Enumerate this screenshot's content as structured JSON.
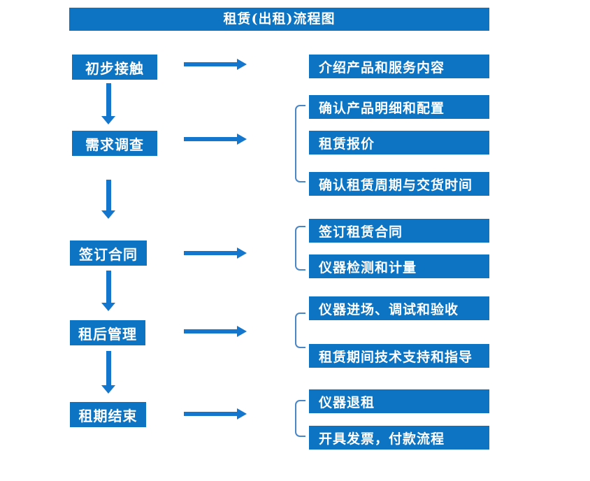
{
  "title": "租赁(出租)流程图",
  "colors": {
    "box_blue": "#0c74c2",
    "arrow_blue": "#1476cc",
    "bracket_blue": "#4a86c6",
    "text_white": "#ffffff"
  },
  "stages": [
    {
      "label": "初步接触"
    },
    {
      "label": "需求调查"
    },
    {
      "label": "签订合同"
    },
    {
      "label": "租后管理"
    },
    {
      "label": "租期结束"
    }
  ],
  "details": [
    {
      "label": "介绍产品和服务内容"
    },
    {
      "label": "确认产品明细和配置"
    },
    {
      "label": "租赁报价"
    },
    {
      "label": "确认租赁周期与交货时间"
    },
    {
      "label": "签订租赁合同"
    },
    {
      "label": "仪器检测和计量"
    },
    {
      "label": "仪器进场、调试和验收"
    },
    {
      "label": "租赁期间技术支持和指导"
    },
    {
      "label": "仪器退租"
    },
    {
      "label": "开具发票，付款流程"
    }
  ]
}
